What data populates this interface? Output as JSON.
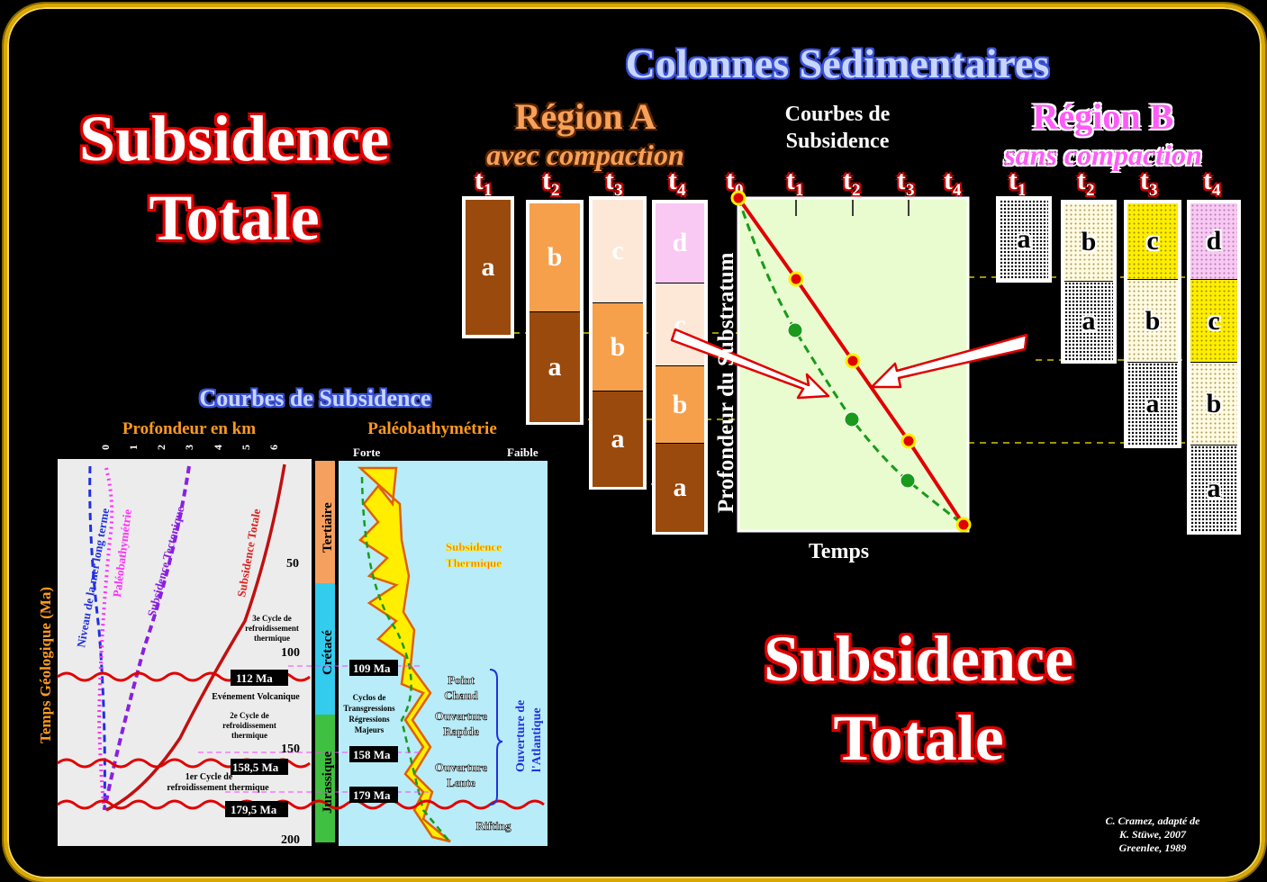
{
  "title_left": [
    "Subsidence",
    "Totale"
  ],
  "title_right": [
    "Subsidence",
    "Totale"
  ],
  "colonnes_title": "Colonnes Sédimentaires",
  "region_a": {
    "title": "Région A",
    "subtitle": "avec compaction"
  },
  "region_b": {
    "title": "Région B",
    "subtitle": "sans compaction"
  },
  "time_labels": {
    "t0": "t",
    "t0_sub": "0",
    "t1": "t",
    "t1_sub": "1",
    "t2": "t",
    "t2_sub": "2",
    "t3": "t",
    "t3_sub": "3",
    "t4": "t",
    "t4_sub": "4"
  },
  "colors": {
    "a": "#9a4a0c",
    "b": "#f6a04c",
    "c": "#fde8d8",
    "d": "#f9c8f3",
    "chart_bg": "#e8fcd0",
    "red": "#e00000",
    "green": "#1a9a1a",
    "yellow": "#ffee00"
  },
  "column_a": [
    {
      "time": "t1",
      "layers": [
        "a"
      ]
    },
    {
      "time": "t2",
      "layers": [
        "b",
        "a"
      ]
    },
    {
      "time": "t3",
      "layers": [
        "c",
        "b",
        "a"
      ]
    },
    {
      "time": "t4",
      "layers": [
        "d",
        "c",
        "b",
        "a"
      ]
    }
  ],
  "column_b": [
    {
      "time": "t1",
      "layers": [
        "a"
      ]
    },
    {
      "time": "t2",
      "layers": [
        "b",
        "a"
      ]
    },
    {
      "time": "t3",
      "layers": [
        "c",
        "b",
        "a"
      ]
    },
    {
      "time": "t4",
      "layers": [
        "d",
        "c",
        "b",
        "a"
      ]
    }
  ],
  "subsidence_chart": {
    "title_line1": "Courbes de",
    "title_line2": "Subsidence",
    "xlabel": "Temps",
    "ylabel": "Profondeur du Substratum"
  },
  "lower_diagram": {
    "title": "Courbes de Subsidence",
    "left_header": "Profondeur en  km",
    "right_header": "Paléobathymétrie",
    "forte": "Forte",
    "faible": "Faible",
    "depth_ticks": [
      "0",
      "1",
      "2",
      "3",
      "4",
      "5",
      "6"
    ],
    "y_axis_title": "Temps Géologique (Ma)",
    "age_ticks": [
      "50",
      "100",
      "150",
      "200"
    ],
    "curve_labels": [
      "Niveau de la mer long terme",
      "Paléobathymétrie",
      "Subsidence Tectonique",
      "Subsidence Totale"
    ],
    "periods": [
      "Tertiaire",
      "Crétacé",
      "Jurassique"
    ],
    "events_left": [
      "112 Ma",
      "158,5 Ma",
      "179,5 Ma"
    ],
    "events_right": [
      "109 Ma",
      "158 Ma",
      "179 Ma"
    ],
    "notes": {
      "cycle3": [
        "3e Cycle de",
        "refroidissement",
        "thermique"
      ],
      "volcanic": "Evénement Volcanique",
      "cycle2": [
        "2e Cycle de",
        "refroidissement",
        "thermique"
      ],
      "cycle1": [
        "1er  Cycle de",
        "refroidissement thermique"
      ],
      "transgressions": [
        "Cyclos de",
        "Transgressions",
        "Régressions",
        "Majeurs"
      ],
      "subsidence_thermique": [
        "Subsidence",
        "Thermique"
      ],
      "point_chaud": [
        "Point",
        "Chaud"
      ],
      "ouverture_rapide": [
        "Ouverture",
        "Rapide"
      ],
      "ouverture_lente": [
        "Ouverture",
        "Lente"
      ],
      "rifting": "Rifting",
      "ouverture_atlantique": [
        "Ouverture de",
        "l'Atlantique"
      ]
    }
  },
  "credit": [
    "C. Cramez, adapté de",
    "K. Stüwe, 2007",
    "Greenlee, 1989"
  ]
}
